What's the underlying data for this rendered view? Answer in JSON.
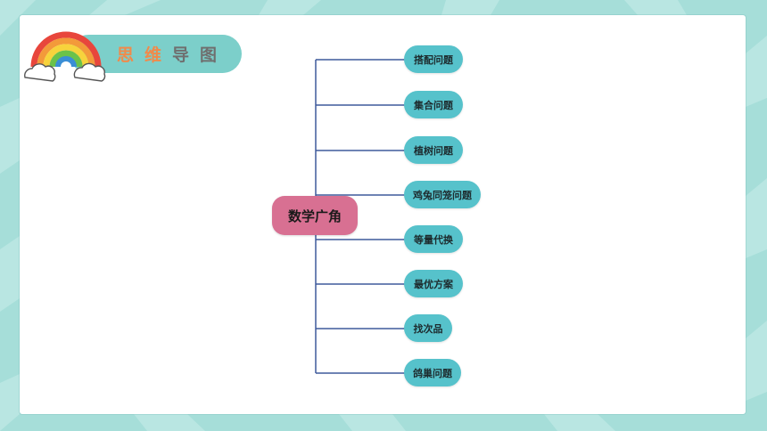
{
  "header": {
    "title_chars": [
      "思",
      "维",
      "导",
      "图"
    ]
  },
  "mindmap": {
    "center": "数学广角",
    "branches": [
      "搭配问题",
      "集合问题",
      "植树问题",
      "鸡兔同笼问题",
      "等量代换",
      "最优方案",
      "找次品",
      "鸽巢问题"
    ]
  },
  "colors": {
    "background": "#a6ded9",
    "header_pill": "#7ccfca",
    "center_node": "#d87092",
    "leaf_node": "#56c2cb",
    "connector": "#3e5a9c"
  }
}
